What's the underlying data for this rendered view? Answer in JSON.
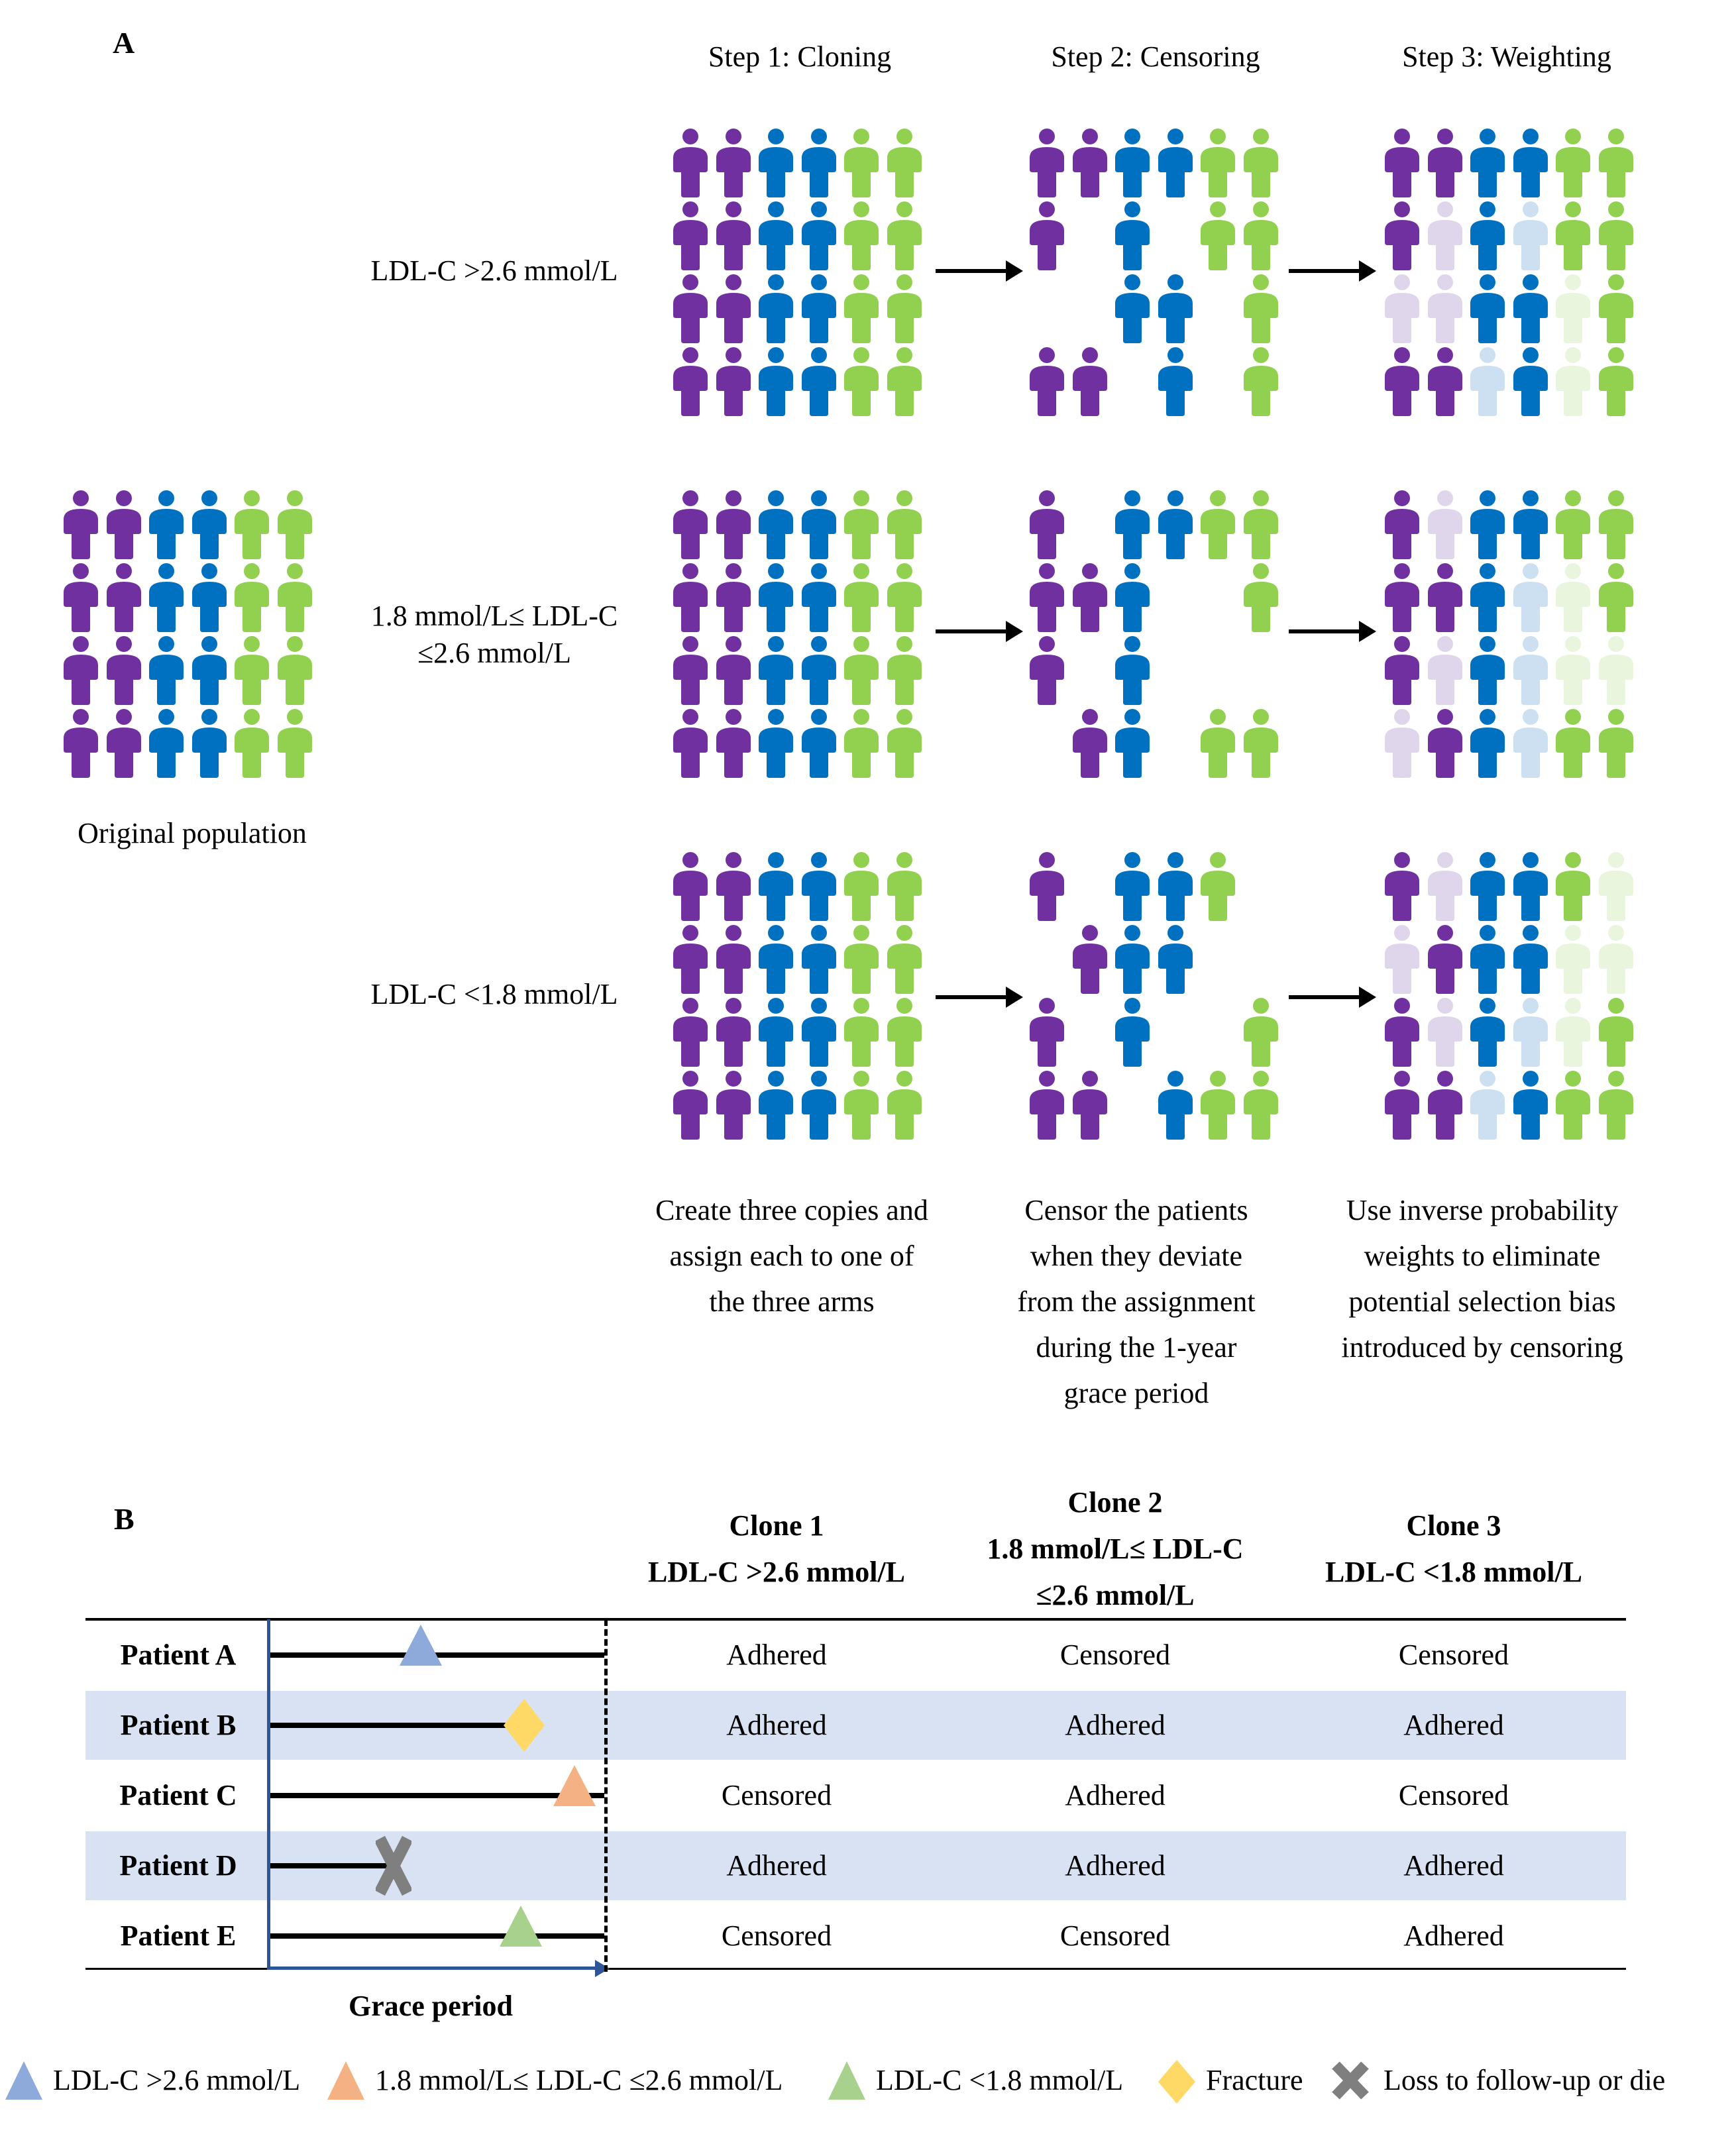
{
  "panel_a": {
    "letter": "A",
    "steps": [
      "Step 1: Cloning",
      "Step 2: Censoring",
      "Step 3: Weighting"
    ],
    "original_label": "Original population",
    "arms": [
      {
        "label_lines": [
          "LDL-C >2.6 mmol/L"
        ]
      },
      {
        "label_lines": [
          "1.8 mmol/L≤ LDL-C",
          "≤2.6 mmol/L"
        ]
      },
      {
        "label_lines": [
          "LDL-C <1.8 mmol/L"
        ]
      }
    ],
    "descriptions": [
      [
        "Create three copies and",
        "assign each to one of",
        "the three arms"
      ],
      [
        "Censor the patients",
        "when they deviate",
        "from the assignment",
        "during the 1-year",
        "grace period"
      ],
      [
        "Use inverse probability",
        "weights to eliminate",
        "potential selection bias",
        "introduced by censoring"
      ]
    ],
    "colors": {
      "purple": "#7030a0",
      "blue": "#0070c0",
      "green": "#92d050",
      "purple_faded": "#e0d6ec",
      "blue_faded": "#cce0f2",
      "green_faded": "#e9f5dc"
    },
    "column_colors": [
      "purple",
      "purple",
      "blue",
      "blue",
      "green",
      "green"
    ],
    "censoring_present": [
      [
        [
          1,
          1,
          1,
          1,
          1,
          1
        ],
        [
          1,
          0,
          1,
          0,
          1,
          1
        ],
        [
          0,
          0,
          1,
          1,
          0,
          1
        ],
        [
          1,
          1,
          0,
          1,
          0,
          1
        ]
      ],
      [
        [
          1,
          0,
          1,
          1,
          1,
          1
        ],
        [
          1,
          1,
          1,
          0,
          0,
          1
        ],
        [
          1,
          0,
          1,
          0,
          0,
          0
        ],
        [
          0,
          1,
          1,
          0,
          1,
          1
        ]
      ],
      [
        [
          1,
          0,
          1,
          1,
          1,
          0
        ],
        [
          0,
          1,
          1,
          1,
          0,
          0
        ],
        [
          1,
          0,
          1,
          0,
          0,
          1
        ],
        [
          1,
          1,
          0,
          1,
          1,
          1
        ]
      ]
    ],
    "weighting_full": [
      [
        [
          1,
          1,
          1,
          1,
          1,
          1
        ],
        [
          1,
          0,
          1,
          0,
          1,
          1
        ],
        [
          0,
          0,
          1,
          1,
          0,
          1
        ],
        [
          1,
          1,
          0,
          1,
          0,
          1
        ]
      ],
      [
        [
          1,
          0,
          1,
          1,
          1,
          1
        ],
        [
          1,
          1,
          1,
          0,
          0,
          1
        ],
        [
          1,
          0,
          1,
          0,
          0,
          0
        ],
        [
          0,
          1,
          1,
          0,
          1,
          1
        ]
      ],
      [
        [
          1,
          0,
          1,
          1,
          1,
          0
        ],
        [
          0,
          1,
          1,
          1,
          0,
          0
        ],
        [
          1,
          0,
          1,
          0,
          0,
          1
        ],
        [
          1,
          1,
          0,
          1,
          1,
          1
        ]
      ]
    ]
  },
  "panel_b": {
    "letter": "B",
    "columns": [
      {
        "lines": [
          "Clone 1",
          "LDL-C >2.6 mmol/L"
        ]
      },
      {
        "lines": [
          "Clone 2",
          "1.8 mmol/L≤ LDL-C",
          "≤2.6 mmol/L"
        ]
      },
      {
        "lines": [
          "Clone 3",
          "LDL-C <1.8 mmol/L"
        ]
      }
    ],
    "rows": [
      {
        "patient": "Patient A",
        "event": "triangle-blue",
        "event_fraction": 0.45,
        "line_fraction": 1.0,
        "cells": [
          "Adhered",
          "Censored",
          "Censored"
        ]
      },
      {
        "patient": "Patient B",
        "event": "diamond-yellow",
        "event_fraction": 0.76,
        "line_fraction": 0.72,
        "cells": [
          "Adhered",
          "Adhered",
          "Adhered"
        ]
      },
      {
        "patient": "Patient C",
        "event": "triangle-orange",
        "event_fraction": 0.91,
        "line_fraction": 1.0,
        "cells": [
          "Censored",
          "Adhered",
          "Censored"
        ]
      },
      {
        "patient": "Patient D",
        "event": "cross-gray",
        "event_fraction": 0.37,
        "line_fraction": 0.35,
        "cells": [
          "Adhered",
          "Adhered",
          "Adhered"
        ]
      },
      {
        "patient": "Patient E",
        "event": "triangle-green",
        "event_fraction": 0.75,
        "line_fraction": 1.0,
        "cells": [
          "Censored",
          "Censored",
          "Adhered"
        ]
      }
    ],
    "axis_label": "Grace period",
    "shade_color": "#d9e2f3",
    "axis_color": "#2f5597"
  },
  "legend": [
    {
      "icon": "triangle-blue",
      "color": "#8eaadb",
      "label": "LDL-C >2.6 mmol/L"
    },
    {
      "icon": "triangle-orange",
      "color": "#f4b183",
      "label": "1.8 mmol/L≤ LDL-C ≤2.6 mmol/L"
    },
    {
      "icon": "triangle-green",
      "color": "#a9d18e",
      "label": "LDL-C <1.8 mmol/L"
    },
    {
      "icon": "diamond-yellow",
      "color": "#ffd966",
      "label": "Fracture"
    },
    {
      "icon": "cross-gray",
      "color": "#7f7f7f",
      "label": "Loss to follow-up or die"
    }
  ]
}
